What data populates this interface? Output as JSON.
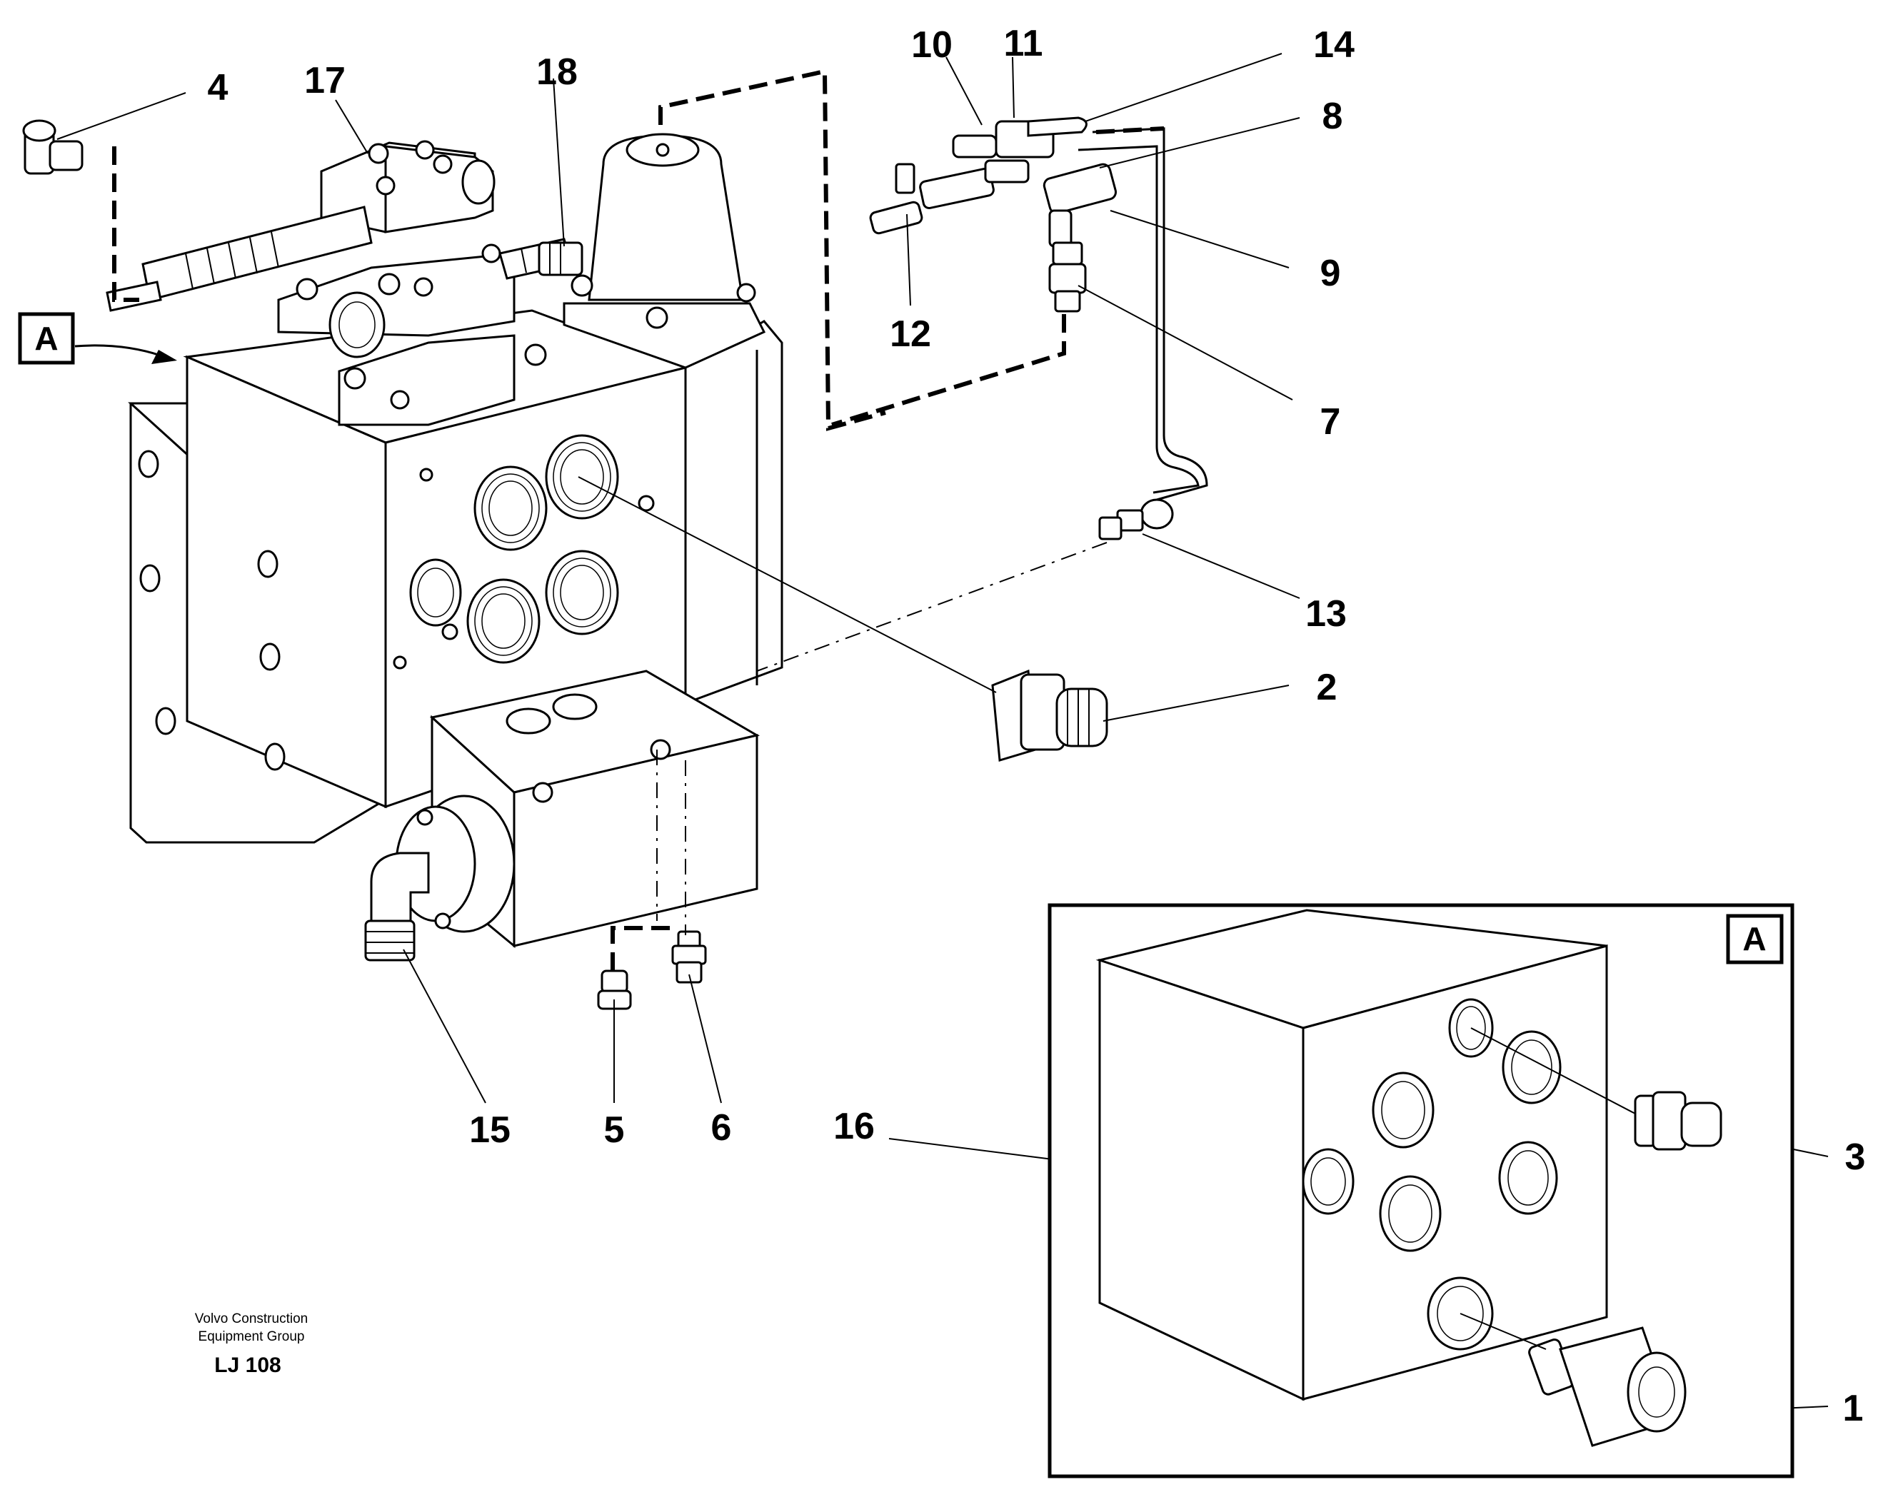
{
  "detail_marker": "A",
  "detail_box_marker": "A",
  "callouts": {
    "c1": "1",
    "c2": "2",
    "c3": "3",
    "c4": "4",
    "c5": "5",
    "c6": "6",
    "c7": "7",
    "c8": "8",
    "c9": "9",
    "c10": "10",
    "c11": "11",
    "c12": "12",
    "c13": "13",
    "c14": "14",
    "c15": "15",
    "c16": "16",
    "c17": "17",
    "c18": "18"
  },
  "footer": {
    "company_line1": "Volvo Construction",
    "company_line2": "Equipment Group",
    "drawing_code": "LJ 108"
  }
}
